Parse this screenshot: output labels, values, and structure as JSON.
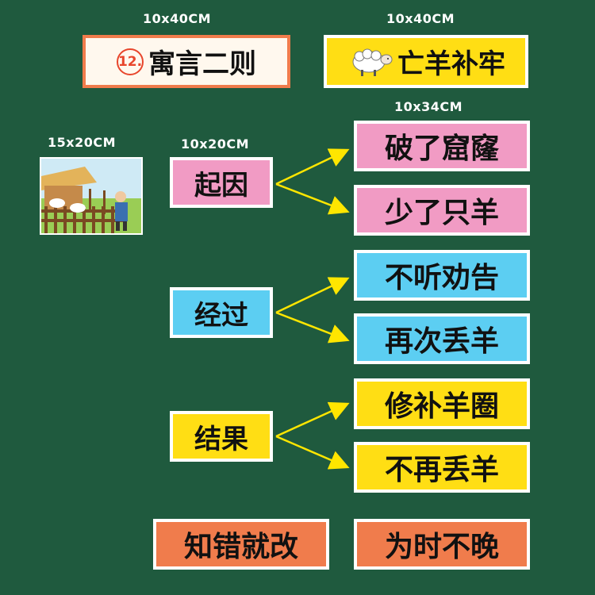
{
  "dimensions": {
    "title_size": "10x40CM",
    "subtitle_size": "10x40CM",
    "answer_size": "10x34CM",
    "image_size": "15x20CM",
    "section_size": "10x20CM"
  },
  "title": {
    "number": "12.",
    "text": "寓言二则"
  },
  "subtitle": {
    "text": "亡羊补牢",
    "icon": "sheep-icon"
  },
  "illustration": {
    "icon": "farm-scene-with-sheep"
  },
  "sections": [
    {
      "label": "起因",
      "items": [
        "破了窟窿",
        "少了只羊"
      ]
    },
    {
      "label": "经过",
      "items": [
        "不听劝告",
        "再次丢羊"
      ]
    },
    {
      "label": "结果",
      "items": [
        "修补羊圈",
        "不再丢羊"
      ]
    }
  ],
  "morals": [
    "知错就改",
    "为时不晚"
  ],
  "colors": {
    "background": "#1f5a3e",
    "pink": "#f19bc4",
    "blue": "#5ccef2",
    "yellow": "#ffde14",
    "orange": "#f07c4c",
    "arrow": "#ffe600"
  }
}
